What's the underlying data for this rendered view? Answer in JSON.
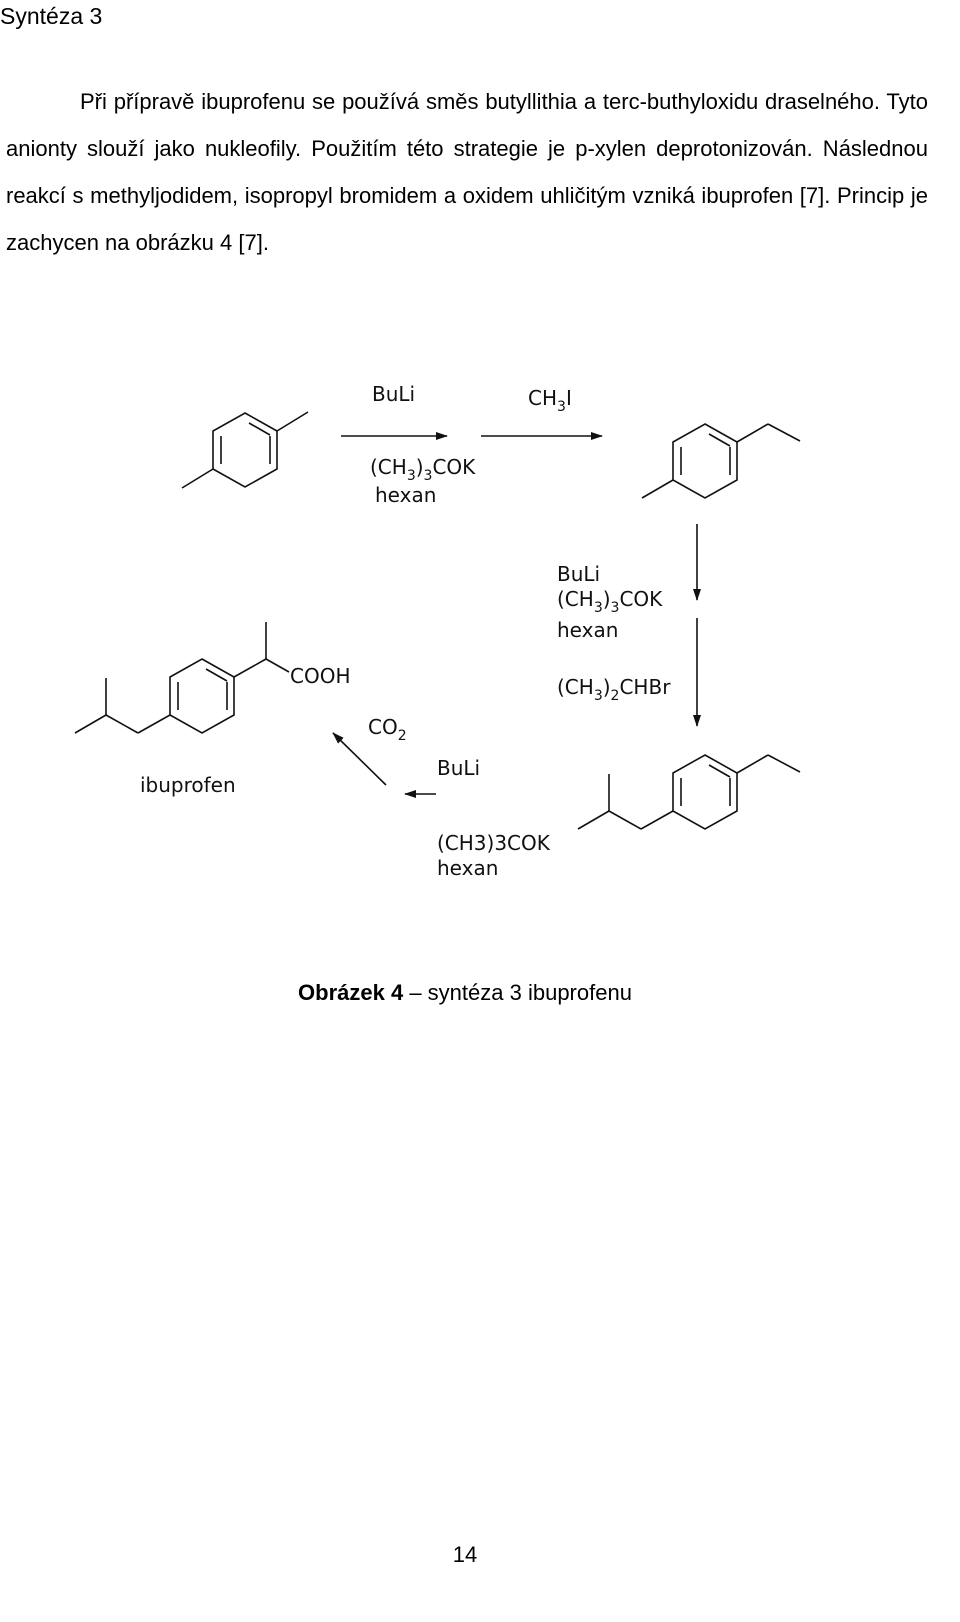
{
  "heading": "Syntéza 3",
  "paragraph": "Při přípravě ibuprofenu se používá směs butyllithia a terc-buthyloxidu draselného. Tyto anionty slouží jako nukleofily. Použitím této strategie je p-xylen deprotonizován. Následnou reakcí s methyljodidem, isopropyl bromidem a oxidem uhličitým vzniká ibuprofen [7]. Princip je zachycen na obrázku 4 [7].",
  "scheme": {
    "step1_reagent_top": "BuLi",
    "step1_reagent_bottom_1": "(CH",
    "step1_reagent_bottom_sub1": "3",
    "step1_reagent_bottom_2": ")",
    "step1_reagent_bottom_sub2": "3",
    "step1_reagent_bottom_3": "COK",
    "step1_solvent": "hexan",
    "step2_reagent_1": "CH",
    "step2_reagent_sub": "3",
    "step2_reagent_2": "I",
    "step3_reagent_top": "BuLi",
    "step3_base_1": "(CH",
    "step3_base_sub1": "3",
    "step3_base_2": ")",
    "step3_base_sub2": "3",
    "step3_base_3": "COK",
    "step3_solvent": "hexan",
    "step3_alkyl_1": "(CH",
    "step3_alkyl_sub1": "3",
    "step3_alkyl_2": ")",
    "step3_alkyl_sub2": "2",
    "step3_alkyl_3": "CHBr",
    "step4_co2_1": "CO",
    "step4_co2_sub": "2",
    "step4_reagent": "BuLi",
    "step4_base": "(CH3)3COK",
    "step4_solvent": "hexan",
    "product_group": "COOH",
    "product_label": "ibuprofen"
  },
  "caption": {
    "bold": "Obrázek 4",
    "text": " – syntéza 3 ibuprofenu"
  },
  "page_number": "14"
}
